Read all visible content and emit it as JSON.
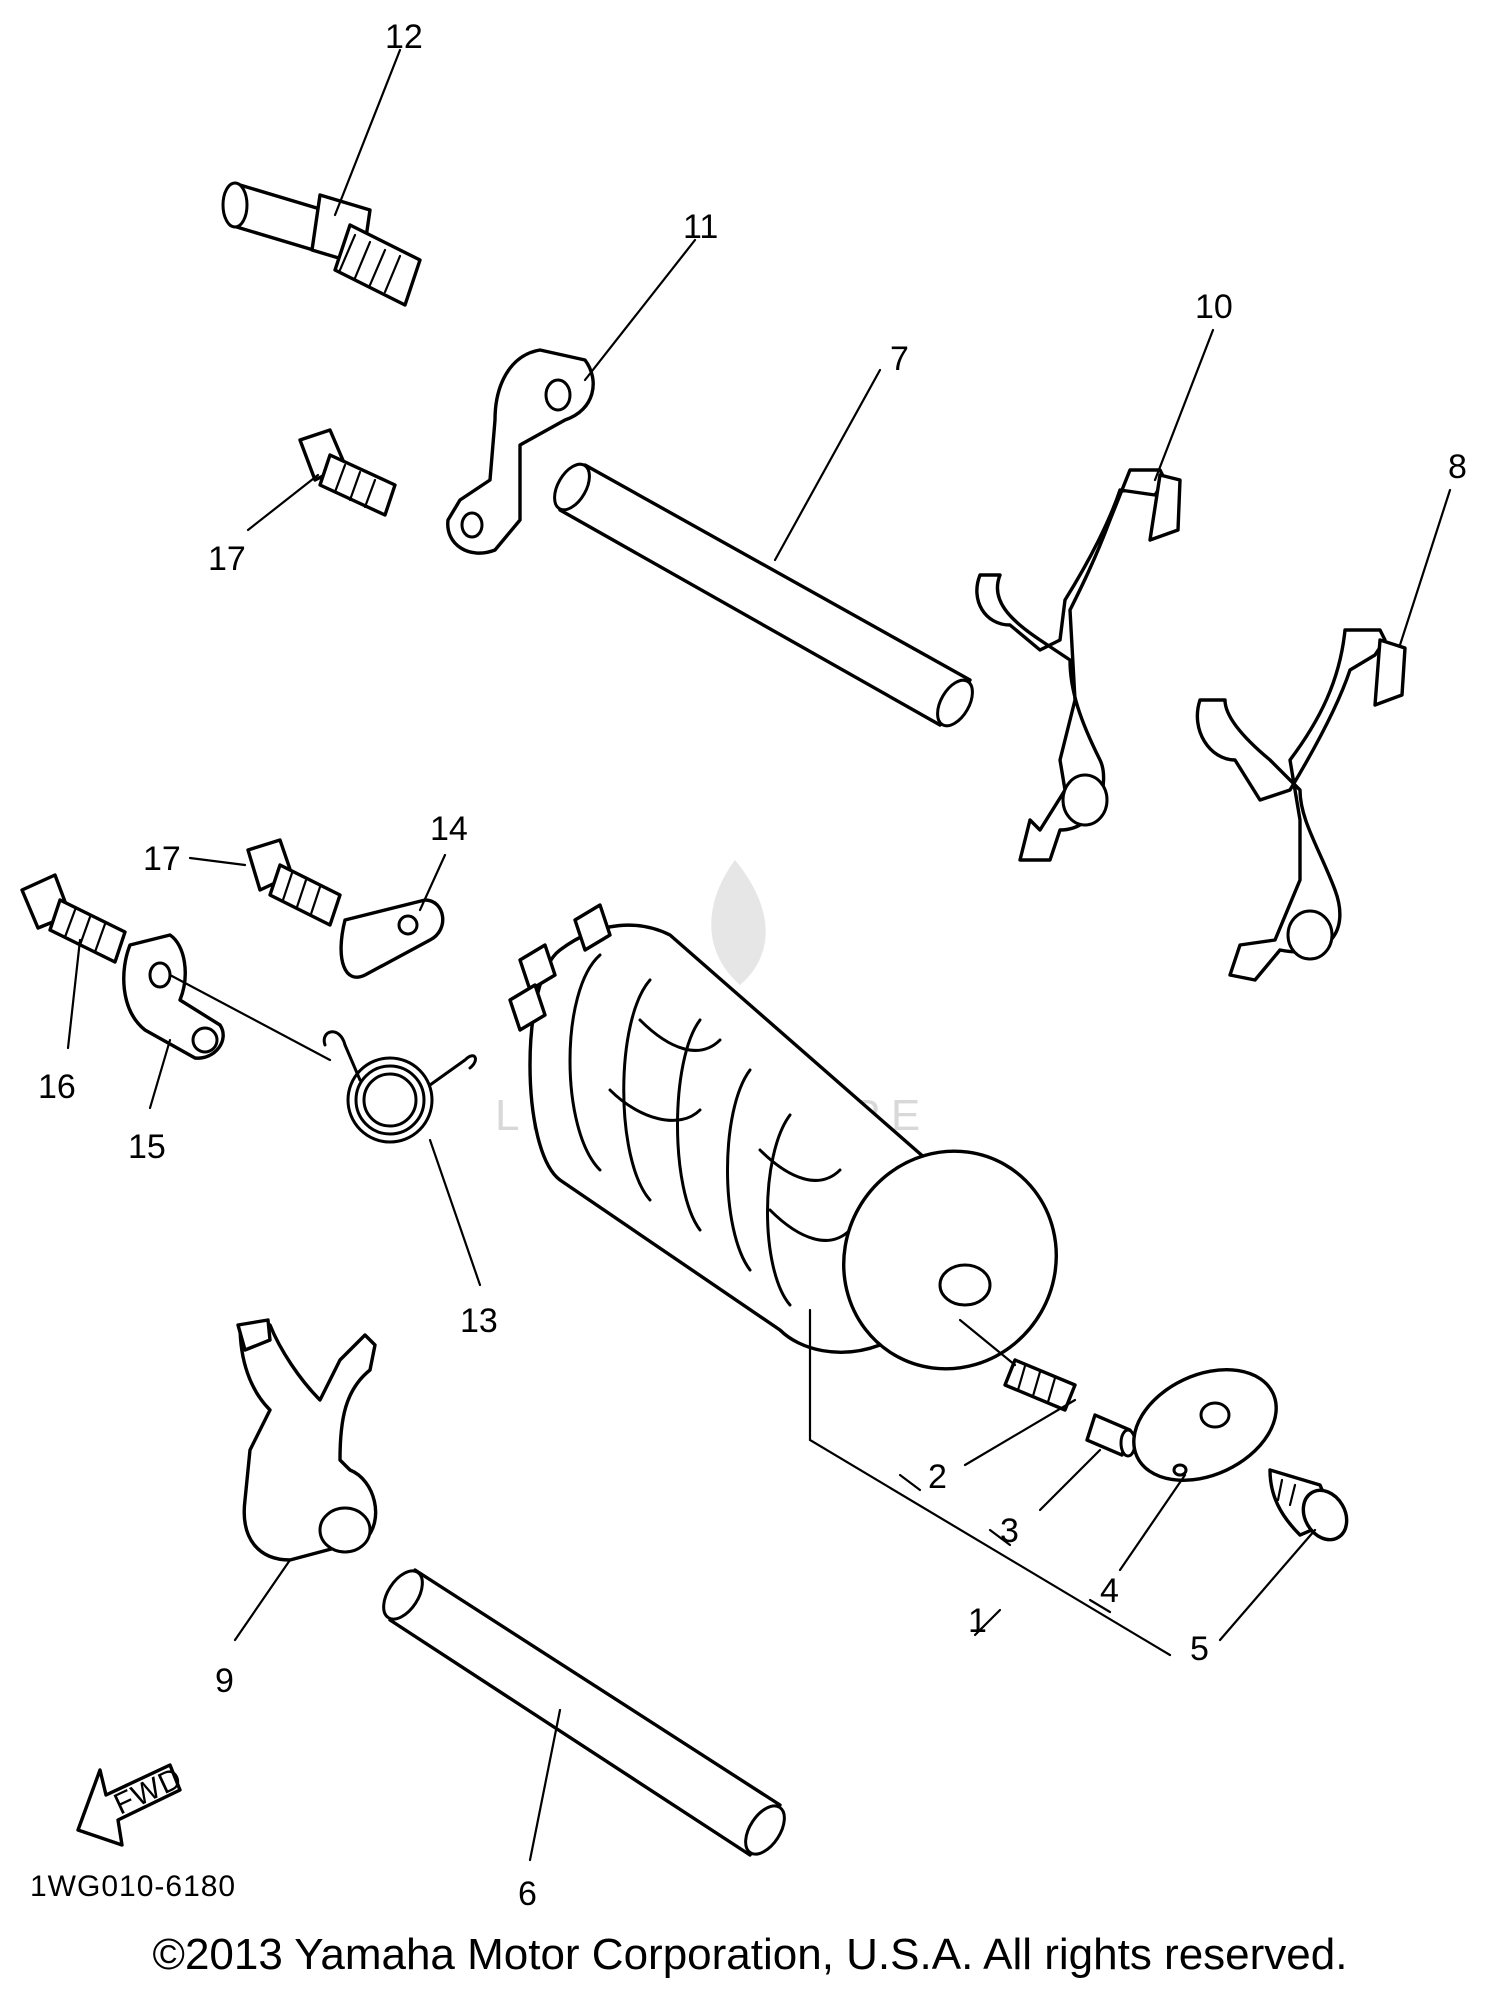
{
  "diagram": {
    "drawing_code": "1WG010-6180",
    "fwd_label": "FWD",
    "watermark": "LEADVENTURE",
    "callouts": [
      "1",
      "2",
      "3",
      "4",
      "5",
      "6",
      "7",
      "8",
      "9",
      "10",
      "11",
      "12",
      "13",
      "14",
      "15",
      "16",
      "17",
      "17"
    ]
  },
  "footer": {
    "copyright": "©2013 Yamaha Motor Corporation, U.S.A. All rights reserved."
  }
}
